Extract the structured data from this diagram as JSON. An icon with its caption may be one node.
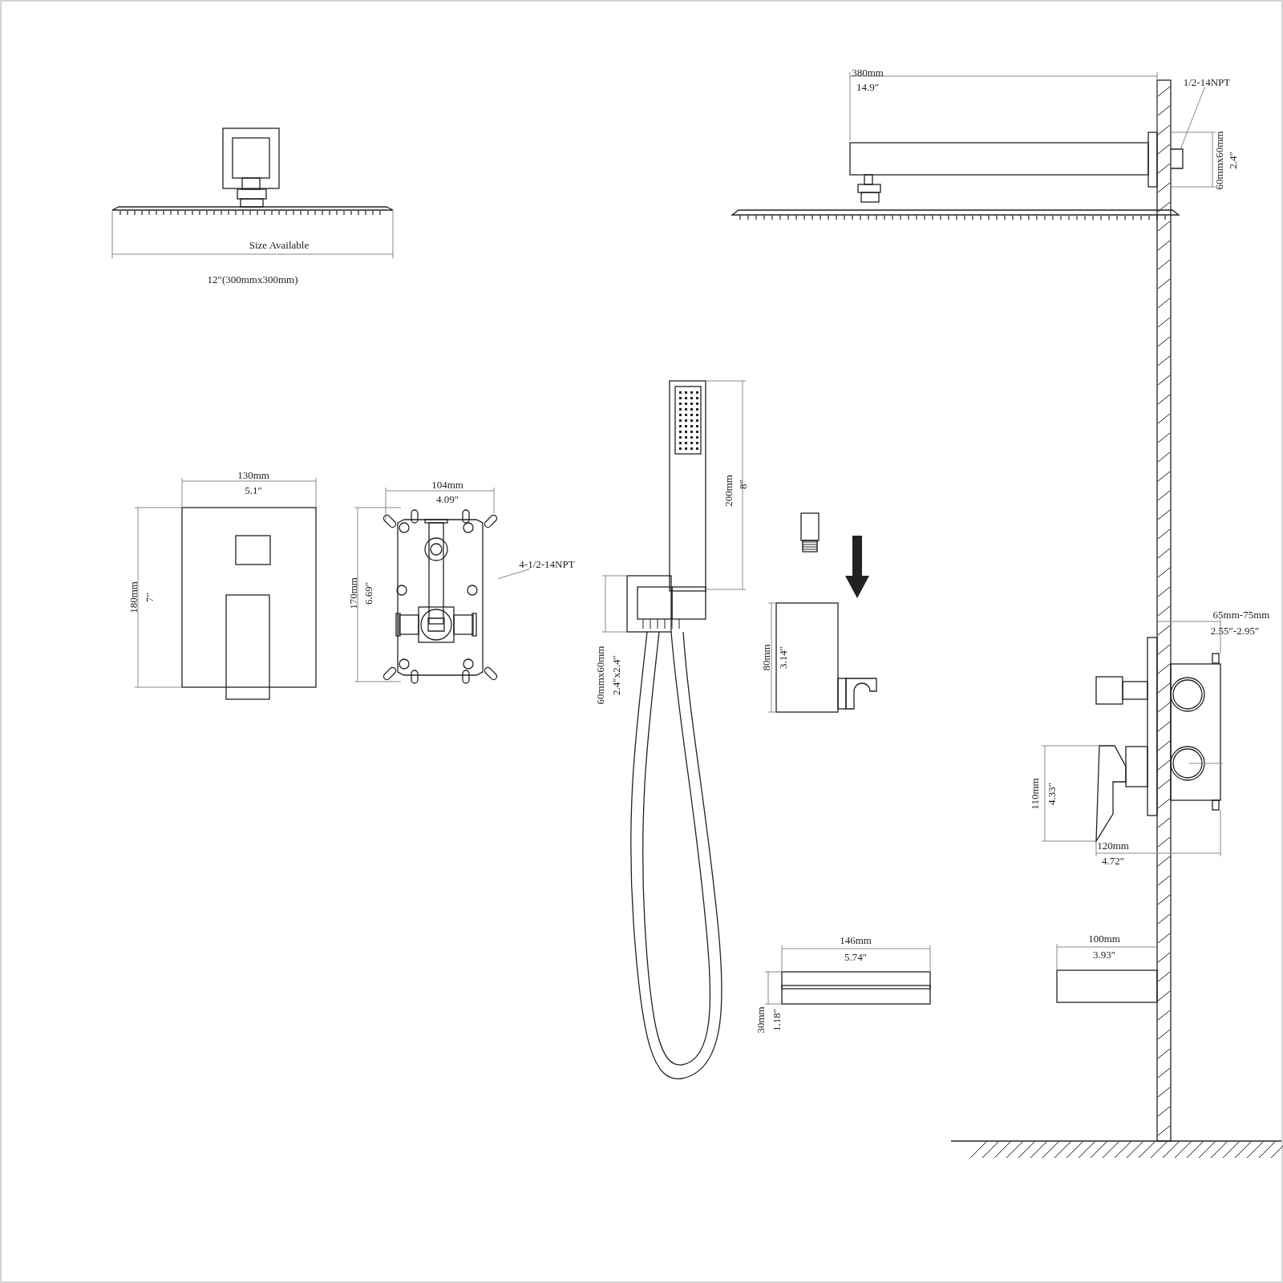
{
  "diagram": {
    "nodes": [
      {
        "text": [
          "1/2-14NPT"
        ]
      },
      {
        "text": [],
        "shape": "picture"
      },
      {
        "text": [
          "4-1/2-14NPT"
        ]
      },
      {
        "text": [],
        "shape": "picture"
      }
    ],
    "edges": [
      {
        "from": 0,
        "to": 1,
        "arrow": "none"
      },
      {
        "from": 2,
        "to": 3,
        "arrow": "none"
      }
    ],
    "labels": [
      "380mm",
      "14.9″",
      "60mmx60mm",
      "2.4″",
      "Size Available",
      "12″(300mmx300mm)",
      "130mm",
      "5.1″",
      "104mm",
      "4.09″",
      "200mm",
      "8″",
      "180mm",
      "7″",
      "170mm",
      "6.69″",
      "65mm-75mm",
      "2.55″-2.95″",
      "80mm",
      "3.14″",
      "60mmx60mm",
      "2.4″x2.4″",
      "110mm",
      "4.33″",
      "120mm",
      "4.72″",
      "146mm",
      "5.74″",
      "100mm",
      "3.93″",
      "30mm",
      "1.18″"
    ]
  }
}
